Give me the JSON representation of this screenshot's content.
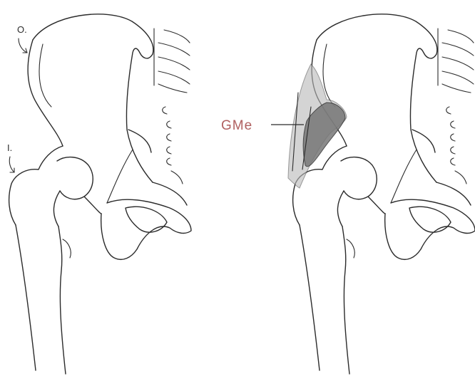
{
  "figure": {
    "left_panel": {
      "origin_marker": "O.",
      "insertion_marker": "I."
    },
    "right_panel": {
      "muscle_label": "GMe"
    }
  },
  "colors": {
    "line": "#2b2b2b",
    "label_accent": "#b06060",
    "muscle_fill": "#777777",
    "muscle_shadow": "#b8b8b8"
  },
  "icons": {
    "origin_pointer": "curved-arrow-icon",
    "insertion_pointer": "curved-arrow-icon"
  }
}
